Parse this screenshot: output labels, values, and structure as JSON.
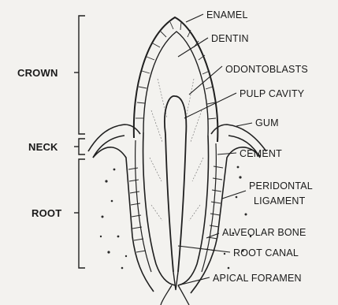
{
  "regions": {
    "crown": "CROWN",
    "neck": "NECK",
    "root": "ROOT"
  },
  "labels": {
    "enamel": "ENAMEL",
    "dentin": "DENTIN",
    "odontoblasts": "ODONTOBLASTS",
    "pulp_cavity": "PULP CAVITY",
    "gum": "GUM",
    "cement": "CEMENT",
    "peridontal_1": "PERIDONTAL",
    "peridontal_2": "LIGAMENT",
    "alveolar_bone": "ALVEOLAR BONE",
    "root_canal": "ROOT CANAL",
    "apical_foramen": "APICAL FORAMEN"
  },
  "colors": {
    "ink": "#1f1f1f",
    "paper": "#f3f2ef"
  }
}
